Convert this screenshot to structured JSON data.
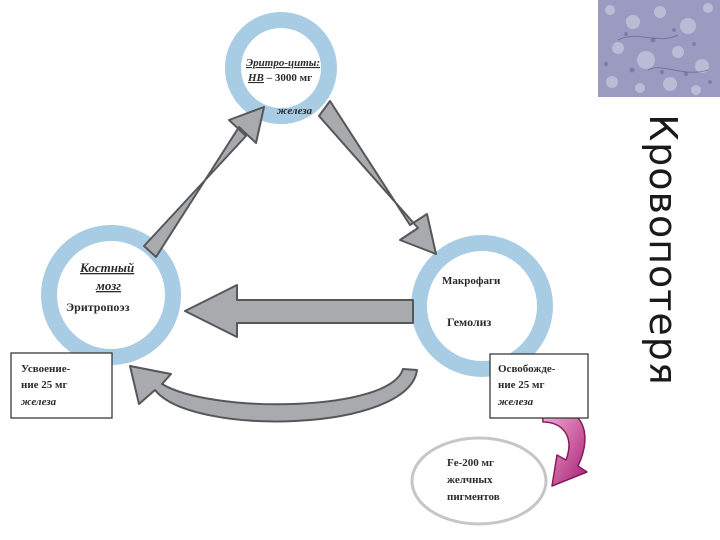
{
  "slide": {
    "side_title": "Кровопотеря"
  },
  "nodes": {
    "erythrocytes": {
      "line1": "Эритро-циты:",
      "line2_a": "НВ",
      "line2_b": " – 3000 мг",
      "line3": "железа"
    },
    "marrow": {
      "line1": "Костный",
      "line2": "мозг",
      "line3": "Эритропоэз"
    },
    "macrophages": {
      "line1": "Макрофаги",
      "line2": "Гемолиз"
    },
    "absorption": {
      "line1": "Усвоение-",
      "line2": "ние 25 мг",
      "line3": "железа"
    },
    "release": {
      "line1": "Освобожде-",
      "line2": "ние 25 мг",
      "line3": "железа"
    },
    "pigments": {
      "line1": "Fe-200 мг",
      "line2": "желчных",
      "line3": "пигментов"
    }
  },
  "colors": {
    "ring": "#a8cce4",
    "arrow_fill": "#a9aaad",
    "arrow_stroke": "#555759",
    "magenta_arrow": "#c0388a",
    "micro_bg": "#8f8fb8"
  }
}
